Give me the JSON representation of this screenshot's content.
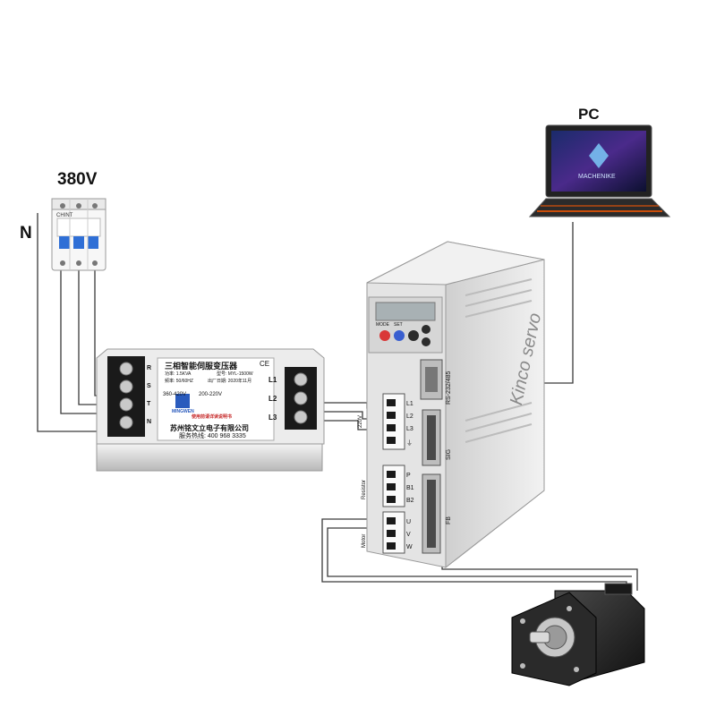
{
  "labels": {
    "voltage": "380V",
    "neutral": "N",
    "pc": "PC"
  },
  "breaker": {
    "brand": "CHINT"
  },
  "transformer": {
    "title": "三相智能伺服变压器",
    "power": "功率: 1.5KVA",
    "model": "型号: MYL-1500W",
    "frequency": "频率: 50/60HZ",
    "date": "出厂日期: 2020年11月",
    "input_voltage": "360-420V",
    "output_voltage": "200-220V",
    "brand": "MINGWEN",
    "warning": "使用前请详读说明书",
    "company": "苏州铭文立电子有限公司",
    "hotline": "服务热线: 400 968 3335",
    "input_terminals": [
      "R",
      "S",
      "T",
      "N"
    ],
    "output_terminals": [
      "L1",
      "L2",
      "L3"
    ],
    "ce_mark": "CE"
  },
  "laptop": {
    "logo": "MACHENIKE"
  },
  "drive": {
    "brand": "Kinco servo",
    "power_label": "220V",
    "power_terminals": [
      "L1",
      "L2",
      "L3",
      "⏚"
    ],
    "resistor_label": "Resistor",
    "resistor_terminals": [
      "P",
      "B1",
      "B2"
    ],
    "motor_label": "Motor",
    "motor_terminals": [
      "U",
      "V",
      "W"
    ],
    "comm_port": "RS-232/485",
    "sig_port": "SIG",
    "fb_port": "FB",
    "mode_button": "MODE",
    "set_button": "SET"
  },
  "colors": {
    "wire": "#3a3a3a",
    "drive_body": "#e4e4e4",
    "terminal_black": "#1a1a1a",
    "terminal_green": "#2e8b57"
  }
}
